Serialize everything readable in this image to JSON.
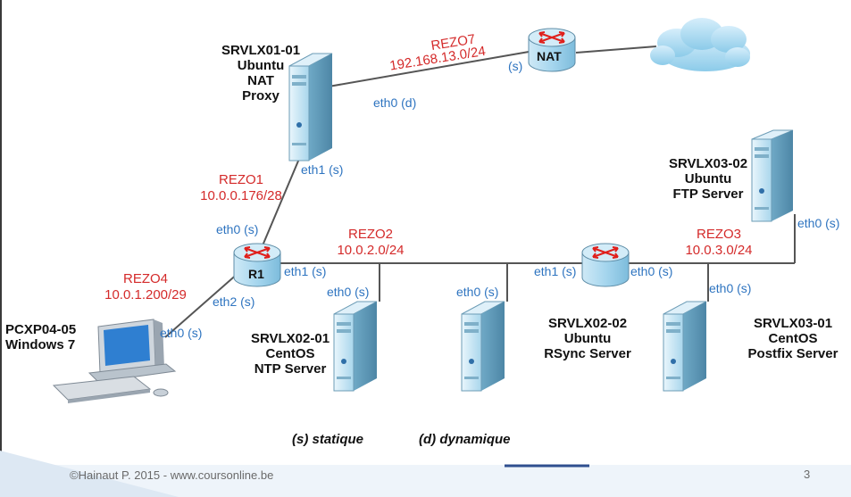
{
  "nodes": {
    "srvlx01": {
      "lines": [
        "SRVLX01-01",
        "Ubuntu",
        "NAT",
        "Proxy"
      ]
    },
    "srvlx03_02": {
      "lines": [
        "SRVLX03-02",
        "Ubuntu",
        "FTP Server"
      ]
    },
    "pcxp04": {
      "lines": [
        "PCXP04-05",
        "Windows 7"
      ]
    },
    "srvlx02_01": {
      "lines": [
        "SRVLX02-01",
        "CentOS",
        "NTP Server"
      ]
    },
    "srvlx02_02": {
      "lines": [
        "SRVLX02-02",
        "Ubuntu",
        "RSync Server"
      ]
    },
    "srvlx03_01": {
      "lines": [
        "SRVLX03-01",
        "CentOS",
        "Postfix Server"
      ]
    },
    "router_nat": {
      "label": "NAT"
    },
    "router_r1": {
      "label": "R1"
    }
  },
  "networks": {
    "rezo7": {
      "name": "REZO7",
      "subnet": "192.168.13.0/24"
    },
    "rezo1": {
      "name": "REZO1",
      "subnet": "10.0.0.176/28"
    },
    "rezo2": {
      "name": "REZO2",
      "subnet": "10.0.2.0/24"
    },
    "rezo3": {
      "name": "REZO3",
      "subnet": "10.0.3.0/24"
    },
    "rezo4": {
      "name": "REZO4",
      "subnet": "10.0.1.200/29"
    }
  },
  "interfaces": {
    "nat_s": "(s)",
    "srvlx01_eth0": "eth0 (d)",
    "srvlx01_eth1": "eth1 (s)",
    "r1_eth0": "eth0 (s)",
    "r1_eth1": "eth1 (s)",
    "r1_eth2": "eth2 (s)",
    "pc_eth0": "eth0 (s)",
    "srvlx02_01_eth0": "eth0 (s)",
    "srvlx02_02_eth0": "eth0 (s)",
    "r2_eth1": "eth1 (s)",
    "r2_eth0": "eth0 (s)",
    "srvlx03_01_eth0": "eth0 (s)",
    "srvlx03_02_eth0": "eth0 (s)"
  },
  "legend": {
    "static": "(s) statique",
    "dynamic": "(d) dynamique"
  },
  "footer": {
    "copyright": "©Hainaut P. 2015 - www.coursonline.be",
    "page_number": "3"
  },
  "colors": {
    "link": "#555555",
    "network_label": "#d42a2a",
    "interface_label": "#2e74c0",
    "router_body": "#9fd3ec",
    "server_body": "#b6dbee",
    "arrows": "#e0201c"
  },
  "icons": [
    "cloud-icon",
    "router-icon",
    "server-icon",
    "desktop-computer-icon"
  ]
}
